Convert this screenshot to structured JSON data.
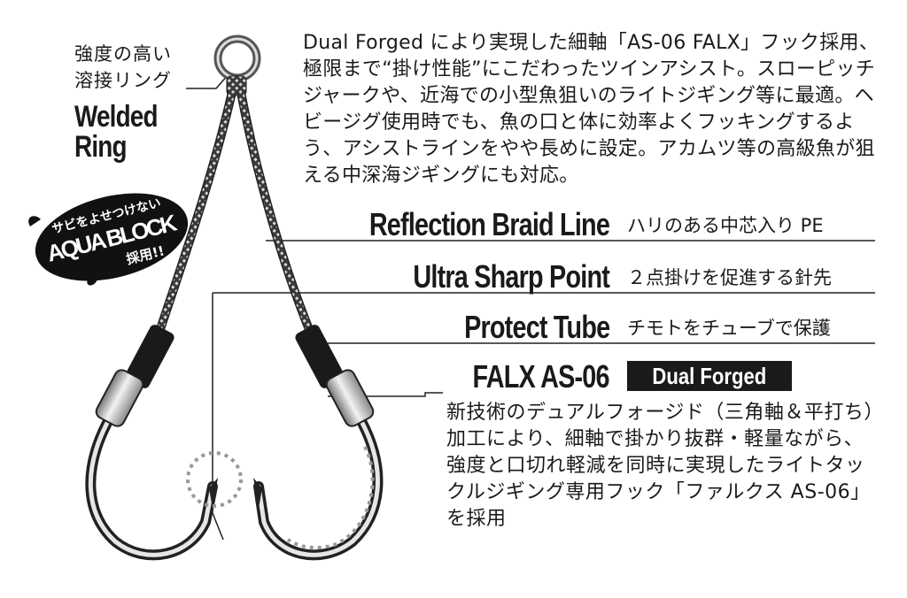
{
  "ring": {
    "label_jp_line1": "強度の高い",
    "label_jp_line2": "溶接リング",
    "label_en_line1": "Welded",
    "label_en_line2": "Ring"
  },
  "intro": {
    "text": "Dual Forged により実現した細軸「AS-06 FALX」フック採用、極限まで“掛け性能”にこだわったツインアシスト。スローピッチジャークや、近海での小型魚狙いのライトジギング等に最適。ヘビージグ使用時でも、魚の口と体に効率よくフッキングするよう、アシストラインをやや長めに設定。アカムツ等の高級魚が狙える中深海ジギングにも対応。"
  },
  "badge": {
    "line1": "サビをよせつけない",
    "line2": "AQUA BLOCK",
    "line3": "採用!!"
  },
  "features": [
    {
      "title": "Reflection Braid Line",
      "desc": "ハリのある中芯入り PE"
    },
    {
      "title": "Ultra Sharp Point",
      "desc": "２点掛けを促進する針先"
    },
    {
      "title": "Protect Tube",
      "desc": "チモトをチューブで保護"
    },
    {
      "title": "FALX AS-06",
      "desc": ""
    }
  ],
  "falx": {
    "badge": "Dual Forged",
    "desc": "新技術のデュアルフォージド（三角軸＆平打ち）加工により、細軸で掛かり抜群・軽量ながら、強度と口切れ軽減を同時に実現したライトタックルジギング専用フック「ファルクス AS-06」を採用"
  }
}
